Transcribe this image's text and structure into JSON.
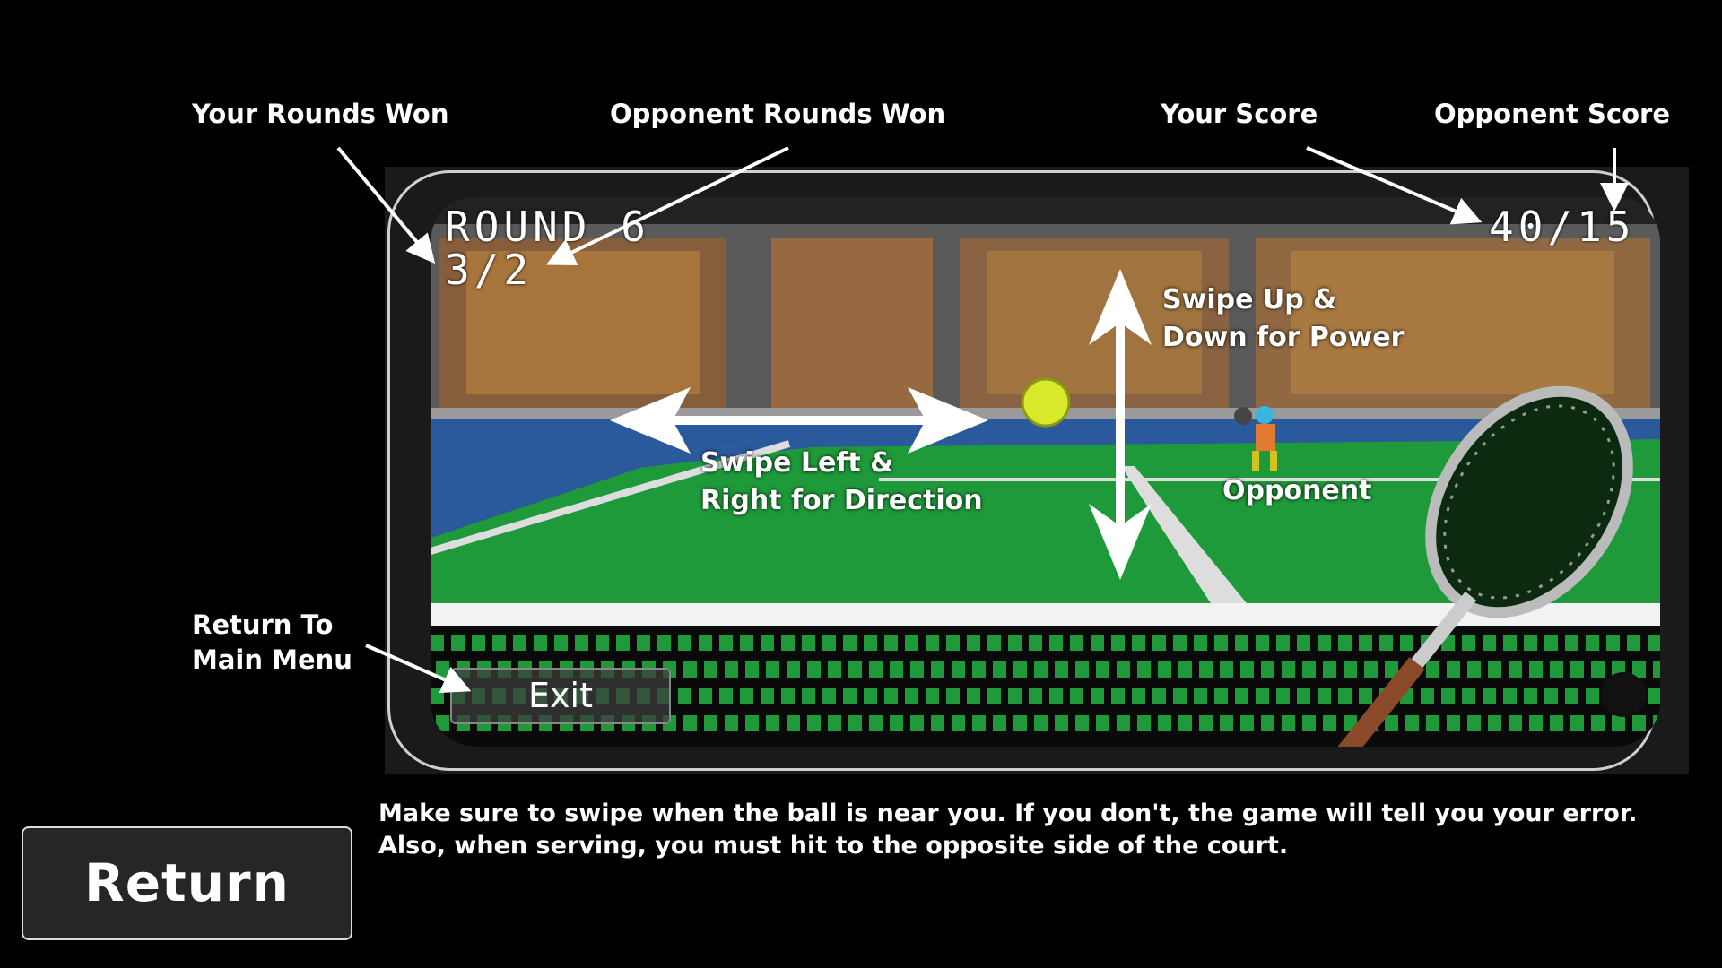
{
  "annotations": {
    "your_rounds_won": "Your Rounds Won",
    "opponent_rounds_won": "Opponent Rounds Won",
    "your_score": "Your Score",
    "opponent_score": "Opponent Score",
    "return_to_menu_line1": "Return To",
    "return_to_menu_line2": "Main Menu"
  },
  "game": {
    "round": "ROUND 6",
    "rounds_won": "3/2",
    "score": "40/15",
    "exit_label": "Exit",
    "swipe_power_line1": "Swipe Up &",
    "swipe_power_line2": "Down for Power",
    "swipe_direction_line1": "Swipe Left &",
    "swipe_direction_line2": "Right for Direction",
    "opponent_label": "Opponent"
  },
  "tips": {
    "line1": "Make sure to swipe when the ball is near you. If you don't, the game will tell you your error.",
    "line2": "Also, when serving, you must hit to the opposite side of the court."
  },
  "return_button": "Return",
  "colors": {
    "court_green": "#1f9a3a",
    "court_blue": "#2b5a9c",
    "ball": "#d8e82a"
  }
}
